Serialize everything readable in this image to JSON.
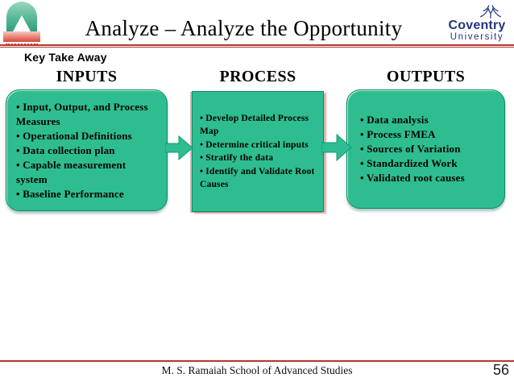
{
  "slide": {
    "title": "Analyze – Analyze the Opportunity",
    "key_take_away": "Key Take Away",
    "bullet": "•",
    "columns": [
      {
        "header": "INPUTS",
        "items": [
          "Input, Output, and Process Measures",
          "Operational Definitions",
          "Data collection plan",
          "Capable measurement system",
          "Baseline Performance"
        ]
      },
      {
        "header": "PROCESS",
        "items": [
          "Develop Detailed Process Map",
          "Determine critical inputs",
          "Stratify the data",
          "Identify and Validate Root Causes"
        ]
      },
      {
        "header": "OUTPUTS",
        "items": [
          "Data analysis",
          "Process FMEA",
          "Sources of Variation",
          "Standardized Work",
          "Validated root causes"
        ]
      }
    ],
    "footer": {
      "institution": "M. S. Ramaiah School of Advanced Studies",
      "page_number": "56"
    },
    "logos": {
      "coventry": {
        "line1": "Coventry",
        "line2": "University"
      },
      "left_logo": "triangle-arch-logo",
      "phoenix_icon": "coventry-phoenix-icon"
    },
    "colors": {
      "box_green": "#2ebd90",
      "box_border": "#0d8a66",
      "accent_red": "#b23730",
      "logo_blue": "#24357e"
    }
  }
}
